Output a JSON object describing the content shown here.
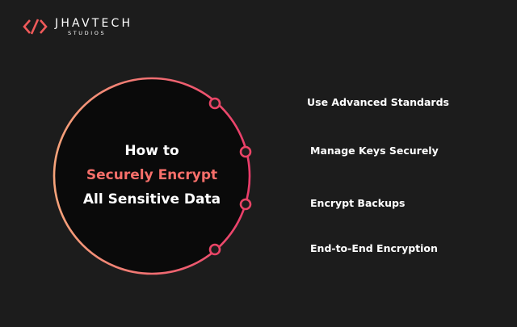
{
  "brand": {
    "name": "JHAVTECH",
    "sub": "STUDIOS",
    "logo_icon": "code-slash-icon",
    "accent_color": "#ef5a5a"
  },
  "title": {
    "line1": "How to",
    "line2": "Securely Encrypt",
    "line3": "All Sensitive Data"
  },
  "items": [
    {
      "label": "Use Advanced Standards"
    },
    {
      "label": "Manage Keys Securely"
    },
    {
      "label": "Encrypt Backups"
    },
    {
      "label": "End-to-End Encryption"
    }
  ],
  "colors": {
    "background": "#1c1c1c",
    "circle_fill": "#0a0a0a",
    "ring_gradient_start": "#f6a37a",
    "ring_gradient_end": "#ea3c6a",
    "title_accent": "#f76f6a"
  }
}
